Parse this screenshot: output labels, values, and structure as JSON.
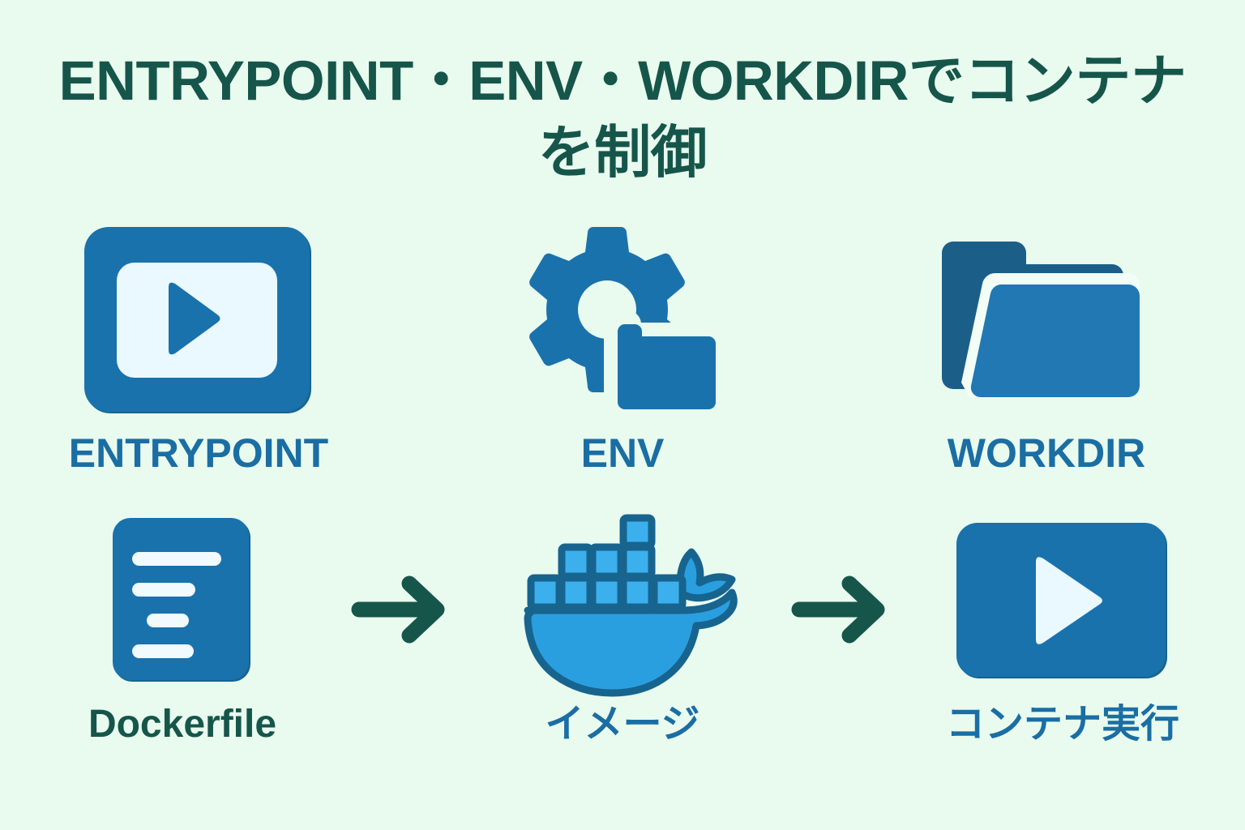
{
  "page": {
    "background_color": "#e9fbef",
    "title_color": "#16564a",
    "accent_blue": "#1a72ac",
    "accent_blue_dark": "#17648f",
    "accent_blue_light": "#2a9fe0",
    "icon_inner_light": "#eaf8ff",
    "arrow_color": "#16564a"
  },
  "title": {
    "line1": "ENTRYPOINT・ENV・WORKDIRでコンテナ",
    "line2": "を制御",
    "full": "ENTRYPOINT・ENV・WORKDIRでコンテナを制御"
  },
  "concepts": [
    {
      "id": "entrypoint",
      "label": "ENTRYPOINT",
      "icon": "play-screen-icon",
      "label_color": "#1a6ea3"
    },
    {
      "id": "env",
      "label": "ENV",
      "icon": "gear-folder-icon",
      "label_color": "#1a6ea3"
    },
    {
      "id": "workdir",
      "label": "WORKDIR",
      "icon": "open-folder-icon",
      "label_color": "#1a6ea3"
    }
  ],
  "flow": {
    "steps": [
      {
        "id": "dockerfile",
        "label": "Dockerfile",
        "icon": "document-lines-icon",
        "label_color": "#16564a"
      },
      {
        "id": "image",
        "label": "イメージ",
        "icon": "docker-whale-icon",
        "label_color": "#1a6ea3"
      },
      {
        "id": "container-run",
        "label": "コンテナ実行",
        "icon": "play-button-icon",
        "label_color": "#1a6ea3"
      }
    ],
    "arrows": [
      {
        "id": "arrow-1",
        "icon": "arrow-right-icon"
      },
      {
        "id": "arrow-2",
        "icon": "arrow-right-icon"
      }
    ]
  }
}
